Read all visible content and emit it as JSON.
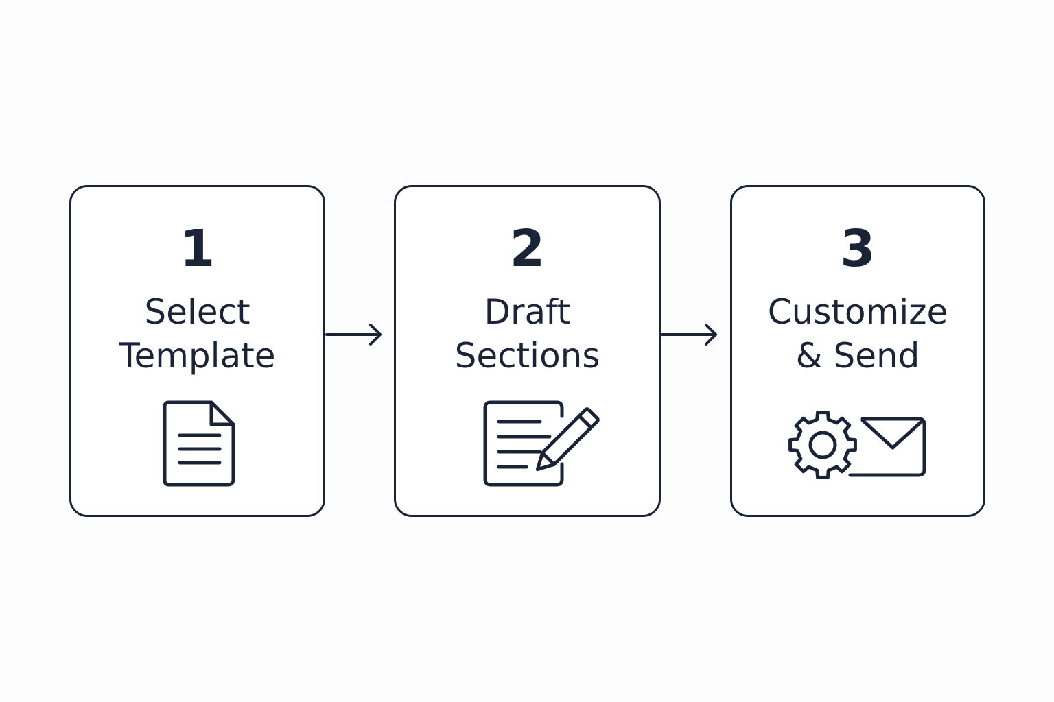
{
  "steps": [
    {
      "number": "1",
      "title_lines": [
        "Select",
        "Template"
      ],
      "icon": "document-icon"
    },
    {
      "number": "2",
      "title_lines": [
        "Draft",
        "Sections"
      ],
      "icon": "document-pencil-icon"
    },
    {
      "number": "3",
      "title_lines": [
        "Customize",
        "& Send"
      ],
      "icon": "gear-envelope-icon"
    }
  ],
  "connectors": [
    "arrow-right-icon",
    "arrow-right-icon"
  ],
  "colors": {
    "stroke": "#1b2437",
    "background": "#fdfdfd",
    "box_fill": "#ffffff"
  }
}
